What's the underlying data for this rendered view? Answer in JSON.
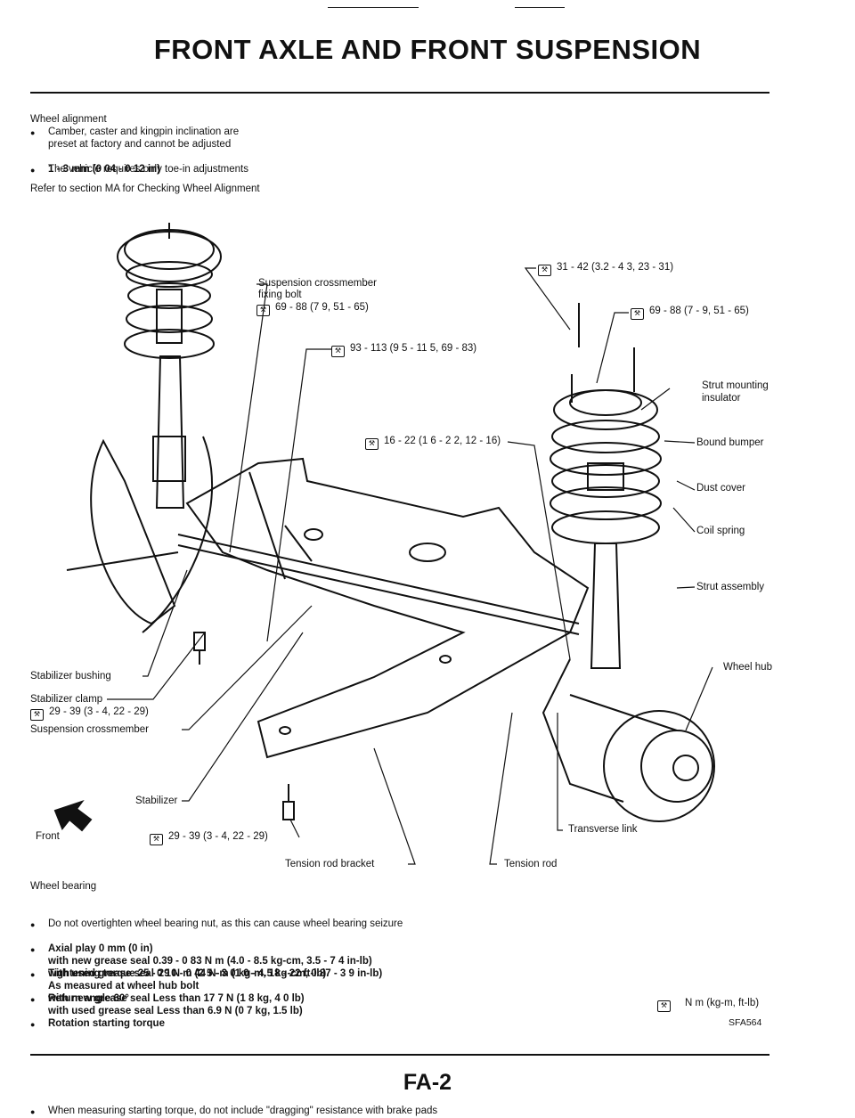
{
  "header": {
    "title": "FRONT AXLE AND FRONT SUSPENSION"
  },
  "alignment": {
    "heading": "Wheel alignment",
    "bullets": [
      "Camber, caster and kingpin inclination are",
      "preset at factory and cannot be adjusted",
      "The vehicle requires only toe-in adjustments",
      "1 - 3 mm (0 04 - 0 12 in)"
    ],
    "refer": "Refer to section MA for Checking Wheel Alignment"
  },
  "callouts": {
    "suspension_fixing_1": "Suspension crossmember",
    "suspension_fixing_2": "fixing bolt",
    "suspension_fixing_torque": "69 - 88 (7  9, 51 - 65)",
    "torque_93": "93 - 113 (9 5 - 11 5, 69 - 83)",
    "torque_16": "16 - 22 (1 6 - 2 2, 12 - 16)",
    "torque_31": "31 - 42 (3.2 - 4 3, 23 - 31)",
    "torque_69_right": "69 - 88 (7 - 9, 51 - 65)",
    "strut_mount_1": "Strut mounting",
    "strut_mount_2": "insulator",
    "bound_bumper": "Bound bumper",
    "dust_cover": "Dust cover",
    "coil_spring": "Coil spring",
    "strut_assembly": "Strut assembly",
    "wheel_hub": "Wheel hub",
    "stabilizer_bushing": "Stabilizer bushing",
    "stabilizer_clamp": "Stabilizer clamp",
    "clamp_torque": "29 - 39 (3 - 4, 22 - 29)",
    "suspension_crossmember": "Suspension crossmember",
    "stabilizer": "Stabilizer",
    "front": "Front",
    "bottom_torque": "29 - 39 (3 - 4, 22 - 29)",
    "transverse_link": "Transverse link",
    "tension_rod_bracket": "Tension rod bracket",
    "tension_rod": "Tension rod"
  },
  "bearing": {
    "heading": "Wheel bearing",
    "lines": [
      "Do not overtighten wheel bearing nut, as this can cause wheel bearing seizure",
      "Axial play  0 mm (0 in)",
      "Tightening torque 25 - 29 N m (2 5 - 3 0 kg-m, 18 - 22 ft-lb)",
      "Return angle 60°",
      "Rotation starting torque",
      "with new grease seal 0.39 - 0 83 N m (4.0 - 8.5 kg-cm, 3.5 - 7 4 in-lb)",
      "with used grease seal 0 10 - 0 44 N-m (1 0 - 4.5 kg-cm, 0 87 - 3 9 in-lb)",
      "As measured at wheel hub bolt",
      "with new grease seal  Less than 17 7 N (1 8 kg, 4 0 lb)",
      "with used grease seal  Less than 6.9 N (0 7 kg, 1.5 lb)",
      "When measuring starting torque, do not include \"dragging\" resistance with brake pads"
    ]
  },
  "legend": {
    "units": "N m (kg-m, ft-lb)",
    "code": "SFA564"
  },
  "footer": {
    "page": "FA-2"
  }
}
